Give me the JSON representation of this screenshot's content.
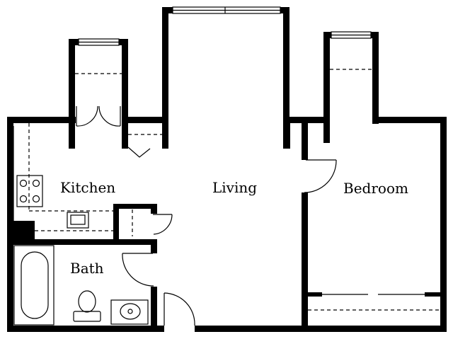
{
  "plan": {
    "rooms": {
      "kitchen": "Kitchen",
      "living": "Living",
      "bedroom": "Bedroom",
      "bath": "Bath"
    }
  },
  "colors": {
    "wall": "#000000",
    "background": "#ffffff"
  },
  "icons": [
    "stove-icon",
    "sink-icon",
    "bathtub-icon",
    "toilet-icon",
    "lavatory-icon",
    "door-swing-icon",
    "window-icon"
  ]
}
